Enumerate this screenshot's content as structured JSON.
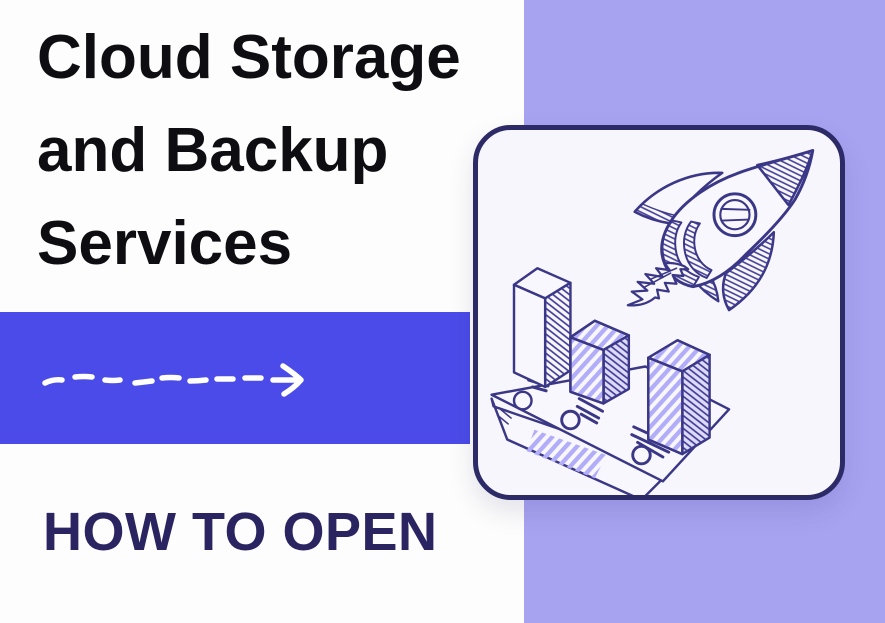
{
  "title": {
    "lines": [
      "Cloud Storage",
      "and Backup",
      "Services"
    ],
    "full_text": "Cloud Storage and Backup Services"
  },
  "cta": {
    "label": "HOW TO OPEN"
  },
  "colors": {
    "background": "#FDFDFD",
    "accent_blue_band": "#4B4BE9",
    "lavender_band": "#A7A3F1",
    "title_text": "#0E0D11",
    "cta_text": "#2A2461",
    "card_background": "#F7F6FC",
    "card_border": "#2D2A68",
    "illustration_ink": "#3B3787",
    "illustration_hatch_purple": "#B2ADF8",
    "arrow": "#FFFFFF"
  },
  "icons": {
    "dashed_arrow": "dashed-arrow-right-icon",
    "rocket": "rocket-icon",
    "bar_chart": "bar-chart-icon"
  },
  "illustration": {
    "name": "rocket-launching-over-3d-bar-chart",
    "elements": [
      "hand-drawn rocket with porthole",
      "exhaust flame burst",
      "three isometric bars",
      "two overlapping paper sheets with circle and dash marks"
    ]
  }
}
